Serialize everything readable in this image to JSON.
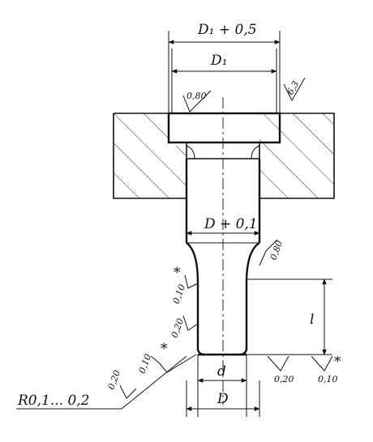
{
  "dimensions": {
    "d1_plus": "D₁ + 0,5",
    "d1": "D₁",
    "d_plus": "D + 0,1",
    "l": "l",
    "d": "d",
    "D": "D"
  },
  "roughness": {
    "top": "0,80",
    "corner": "6,3",
    "shoulder": "0,80",
    "neck_upper": "0,10",
    "neck_lower": "0,20",
    "left_upper": "0,10",
    "left_lower": "0,20",
    "bottom_a": "0,20",
    "bottom_b": "0,10"
  },
  "marks": {
    "star": "*"
  },
  "radius_note": "R0,1... 0,2"
}
